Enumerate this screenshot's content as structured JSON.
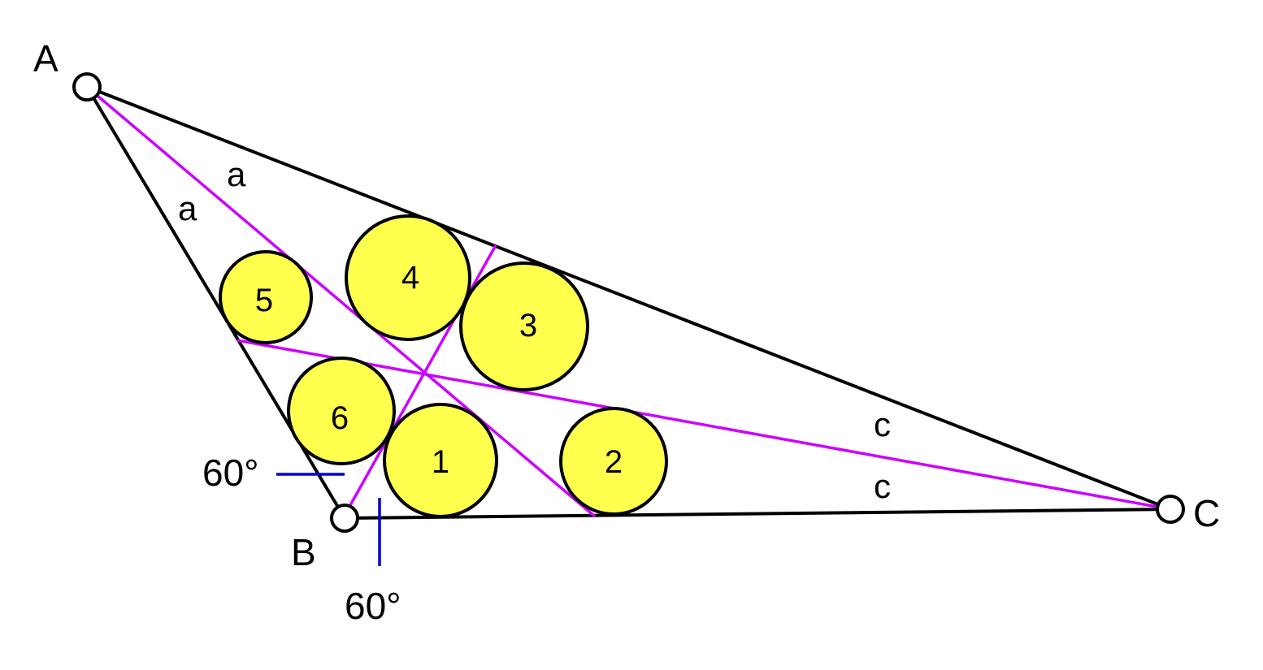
{
  "vertices": {
    "A": "A",
    "B": "B",
    "C": "C"
  },
  "side_marks": {
    "a1": "a",
    "a2": "a",
    "c1": "c",
    "c2": "c"
  },
  "angle_labels": {
    "left": "60°",
    "bottom": "60°"
  },
  "circles": [
    "1",
    "2",
    "3",
    "4",
    "5",
    "6"
  ],
  "colors": {
    "triangle": "#000000",
    "cevians": "#cc00ff",
    "angle_marks": "#0000cc",
    "circle_fill": "#ffff4d",
    "circle_stroke": "#000000",
    "vertex_fill": "#ffffff"
  }
}
